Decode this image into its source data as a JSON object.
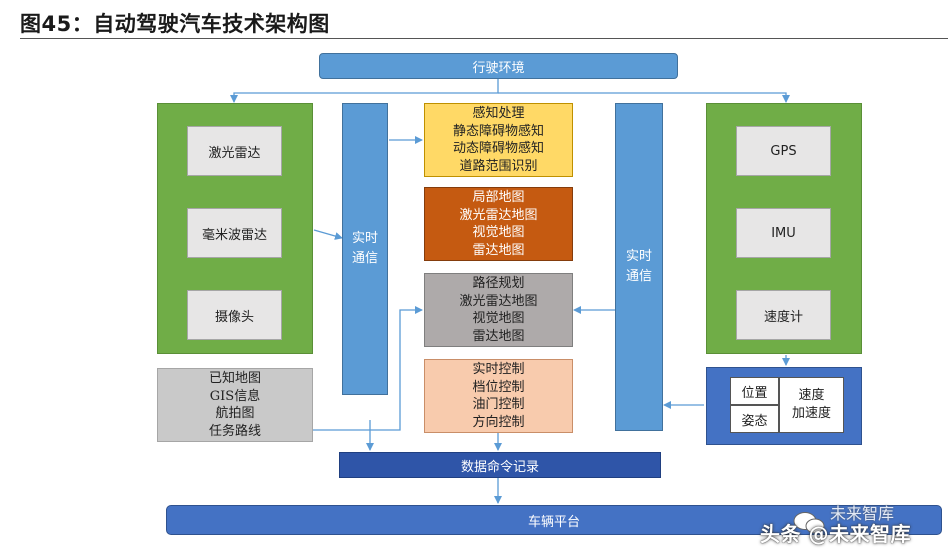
{
  "title": "图45：自动驾驶汽车技术架构图",
  "env": "行驶环境",
  "left_sensors": [
    "激光雷达",
    "毫米波雷达",
    "摄像头"
  ],
  "right_sensors": [
    "GPS",
    "IMU",
    "速度计"
  ],
  "comm_left": [
    "实时",
    "通信"
  ],
  "comm_right": [
    "实时",
    "通信"
  ],
  "stack": {
    "perception": [
      "感知处理",
      "静态障碍物感知",
      "动态障碍物感知",
      "道路范围识别"
    ],
    "local_map": [
      "局部地图",
      "激光雷达地图",
      "视觉地图",
      "雷达地图"
    ],
    "planning": [
      "路径规划",
      "激光雷达地图",
      "视觉地图",
      "雷达地图"
    ],
    "control": [
      "实时控制",
      "档位控制",
      "油门控制",
      "方向控制"
    ]
  },
  "known": [
    "已知地图",
    "GIS信息",
    "航拍图",
    "任务路线"
  ],
  "pose": {
    "position": "位置",
    "attitude": "姿态",
    "velocity": [
      "速度",
      "加速度"
    ]
  },
  "command_log": "数据命令记录",
  "platform": "车辆平台",
  "watermark": {
    "line1": "未来智库",
    "line2": "头条 @未来智库"
  },
  "colors": {
    "accent_blue": "#5b9bd5",
    "dark_blue": "#2f55a8",
    "green": "#70ad47"
  }
}
